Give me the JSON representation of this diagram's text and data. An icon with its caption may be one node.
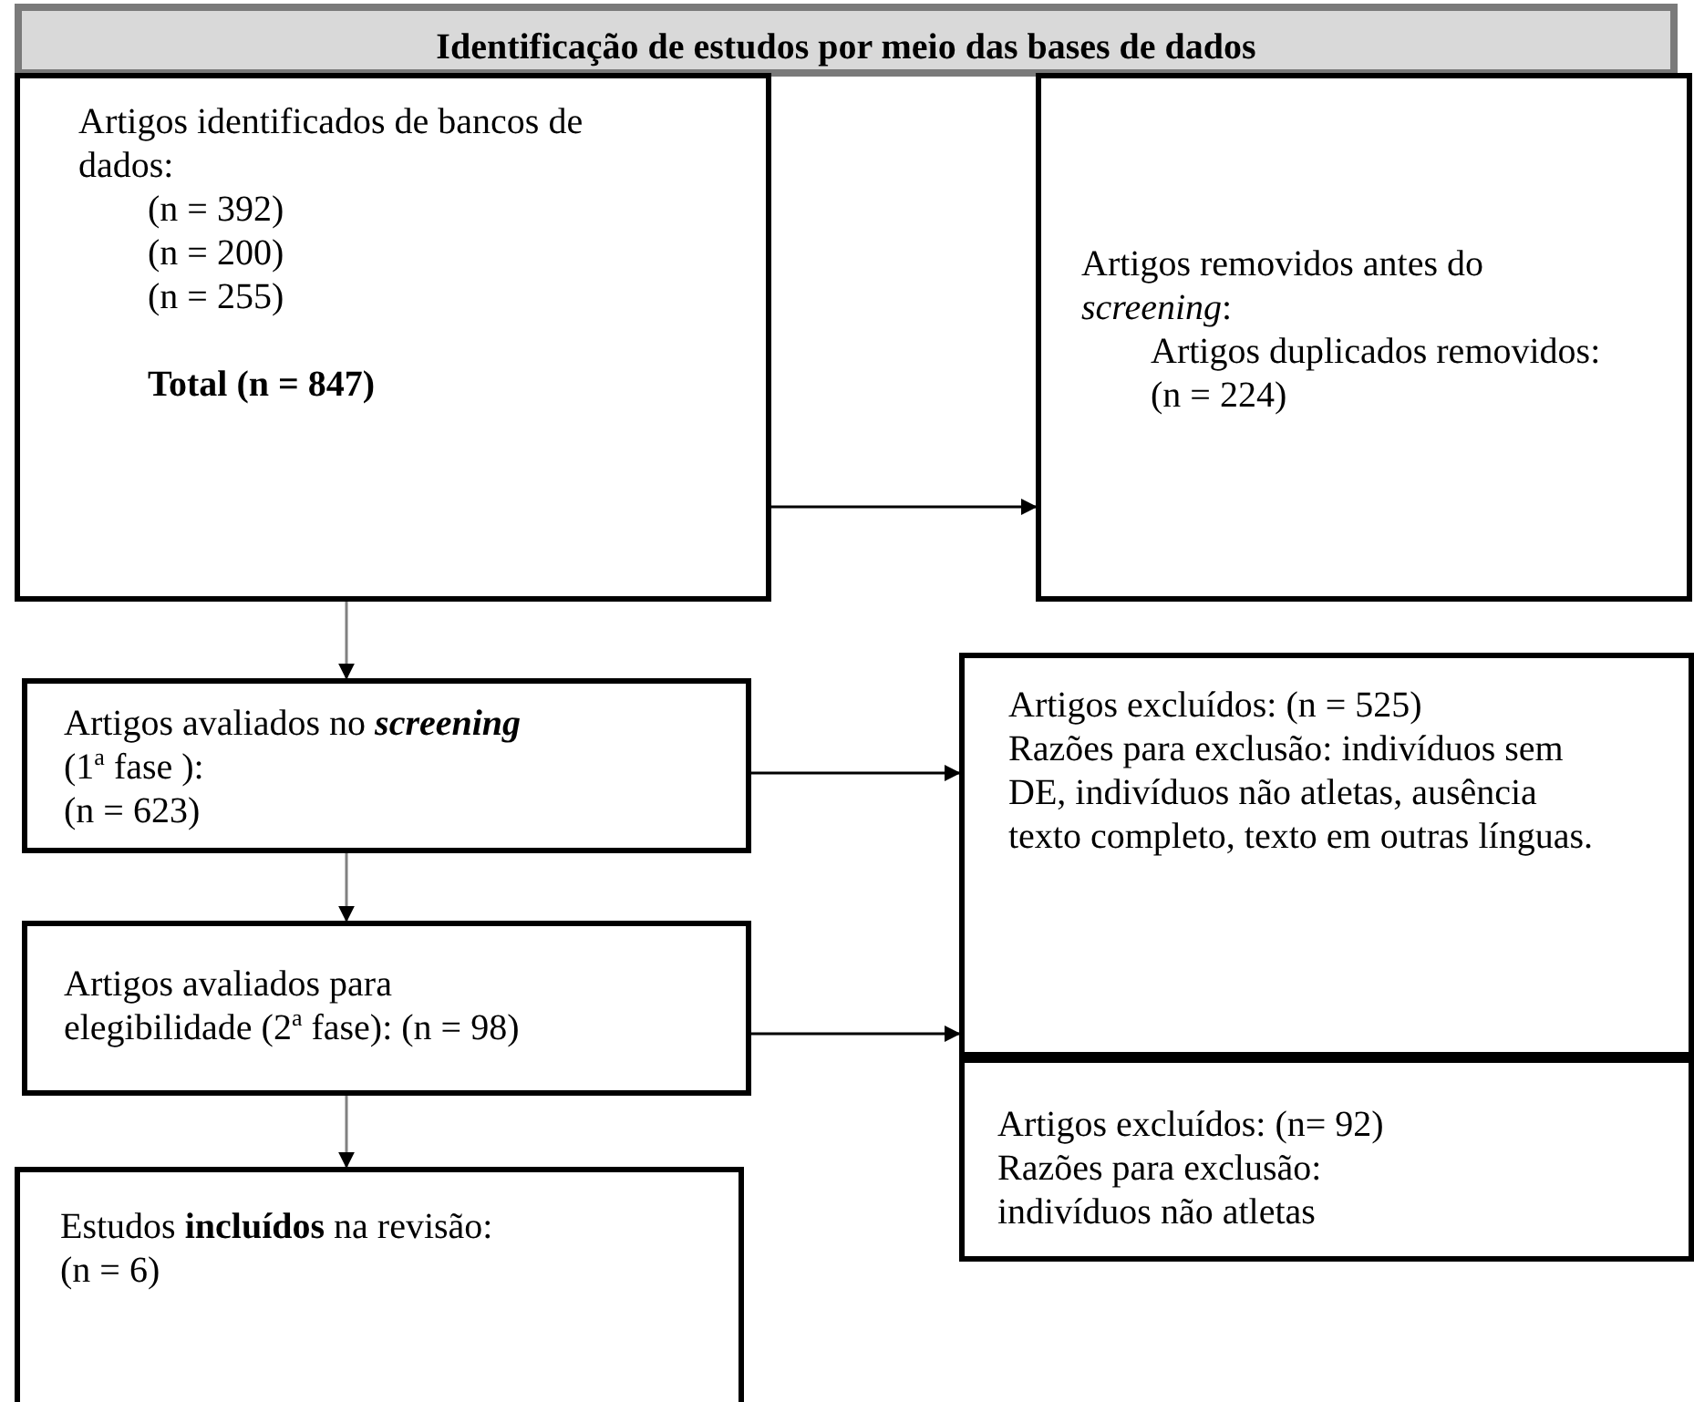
{
  "diagram": {
    "nodes": [
      {
        "text": [
          "Identificação de estudos por meio das bases de dados"
        ]
      },
      {
        "text": [
          "Artigos identificados de bancos de dados:",
          "(n = 392)",
          "(n = 200)",
          "(n = 255)",
          "Total (n = 847)"
        ]
      },
      {
        "text": [
          "Artigos removidos antes do *screening*:",
          "Artigos duplicados removidos: (n = 224)"
        ]
      },
      {
        "text": [
          "Artigos avaliados no **screening**",
          "(1$^{a}$ fase ):",
          "(n = 623)"
        ]
      },
      {
        "text": [
          "Artigos excluídos: (n = 525)",
          "Razões para exclusão: indivíduos sem DE, indivíduos não atletas, ausência texto completo, texto em outras línguas."
        ]
      },
      {
        "text": [
          "Artigos avaliados para elegibilidade (2$^{a}$ fase): (n = 98)"
        ]
      },
      {
        "text": [
          "Artigos excluídos: (n= 92)",
          "Razões para exclusão: indivíduos não atletas"
        ]
      },
      {
        "text": [
          "Estudos **incluídos** na revisão:",
          "(n = 6)"
        ]
      }
    ],
    "edges": [
      {
        "from": 1,
        "to": 2,
        "arrow": "to"
      },
      {
        "from": 1,
        "to": 3,
        "arrow": "to",
        "color": "#808080"
      },
      {
        "from": 3,
        "to": 4,
        "arrow": "to"
      },
      {
        "from": 3,
        "to": 5,
        "arrow": "to",
        "color": "#808080"
      },
      {
        "from": 5,
        "to": 6,
        "arrow": "to"
      },
      {
        "from": 5,
        "to": 7,
        "arrow": "to",
        "color": "#808080"
      }
    ]
  }
}
